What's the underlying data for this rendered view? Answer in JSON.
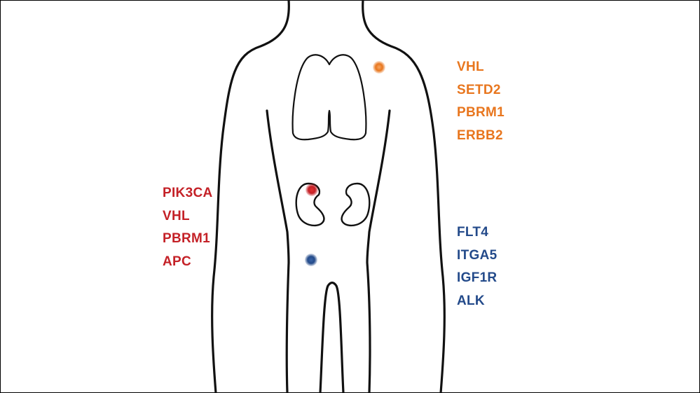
{
  "colors": {
    "outline": "#111111",
    "orange": "#e8761e",
    "red": "#c42127",
    "blue": "#234a8a",
    "background": "#ffffff"
  },
  "sites": {
    "lung": {
      "color": "orange",
      "genes": [
        "VHL",
        "SETD2",
        "PBRM1",
        "ERBB2"
      ]
    },
    "kidney": {
      "color": "red",
      "genes": [
        "PIK3CA",
        "VHL",
        "PBRM1",
        "APC"
      ]
    },
    "pelvis": {
      "color": "blue",
      "genes": [
        "FLT4",
        "ITGA5",
        "IGF1R",
        "ALK"
      ]
    }
  }
}
